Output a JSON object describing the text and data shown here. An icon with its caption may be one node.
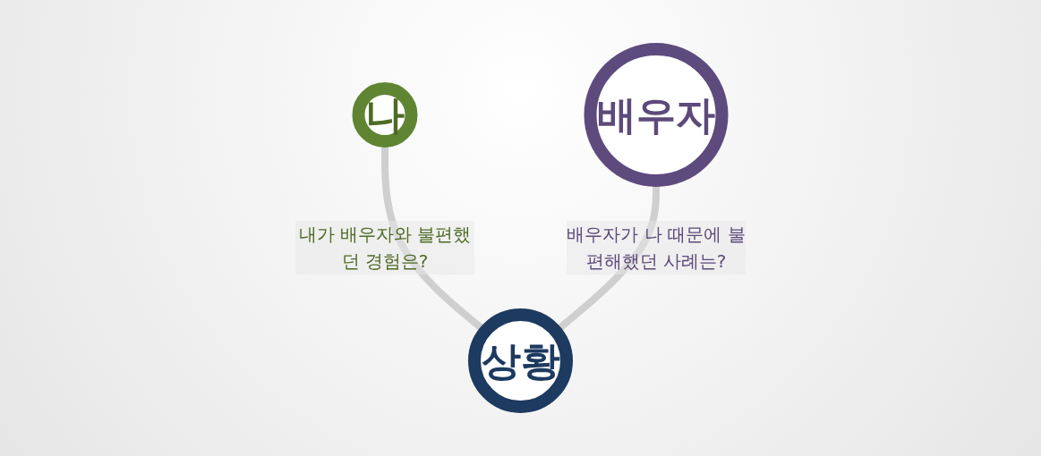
{
  "diagram": {
    "nodes": [
      {
        "text": [
          "나"
        ]
      },
      {
        "text": [
          "배우자"
        ]
      },
      {
        "text": [
          "상황"
        ]
      }
    ],
    "edges": [
      {
        "from": 0,
        "to": 2,
        "arrow": "to",
        "label": "내가 배우자와 불편했던 경험은?"
      },
      {
        "from": 1,
        "to": 2,
        "arrow": "to",
        "label": "배우자가 나 때문에 불편해했던 사례는?"
      }
    ]
  }
}
